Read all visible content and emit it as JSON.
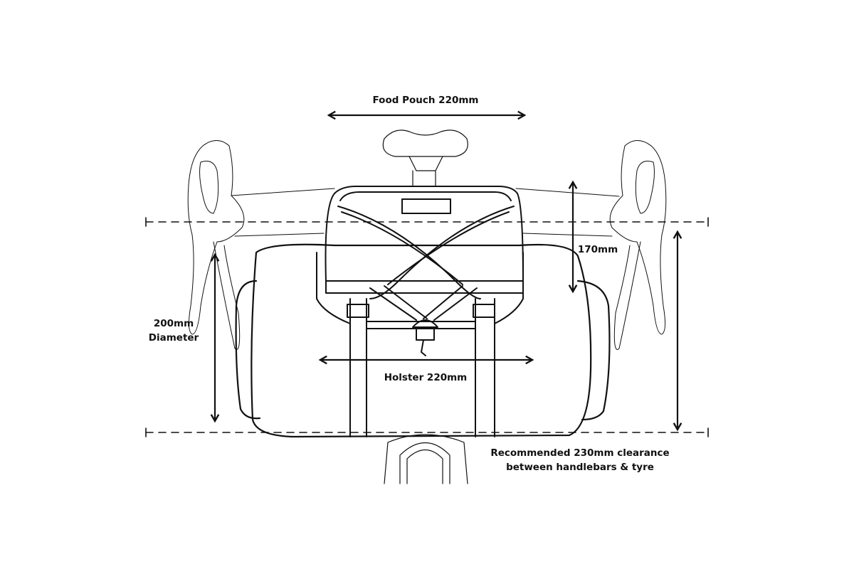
{
  "labels": {
    "food_pouch": "Food Pouch 220mm",
    "holster": "Holster 220mm",
    "height": "170mm",
    "diameter_value": "200mm",
    "diameter_word": "Diameter",
    "clearance_line1": "Recommended 230mm clearance",
    "clearance_line2": "between handlebars & tyre"
  },
  "colors": {
    "line": "#111111",
    "background": "#ffffff"
  }
}
